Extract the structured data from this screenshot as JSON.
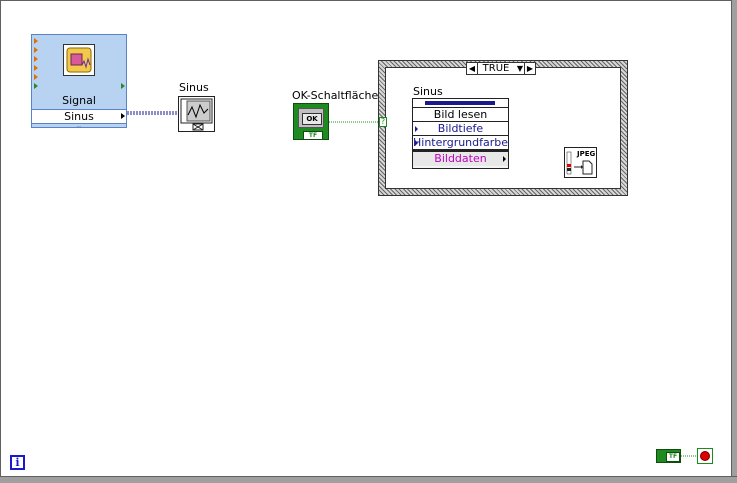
{
  "express_vi": {
    "title": "Signal simulieren",
    "output": "Sinus",
    "expand_glyph": "⌄",
    "icon": "signal-simulation-icon"
  },
  "graph": {
    "label": "Sinus",
    "icon": "waveform-graph-icon"
  },
  "ok_control": {
    "label": "OK-Schaltfläche",
    "button_text": "OK",
    "badge": "TF"
  },
  "case_structure": {
    "selector_value": "TRUE",
    "left_arrow": "◀",
    "right_arrow": "▶",
    "dropdown": "▼",
    "terminal": "?"
  },
  "property_node": {
    "label": "Sinus",
    "rows": [
      "Bild lesen",
      "Bildtiefe",
      "Hintergrundfarbe",
      "Bilddaten"
    ]
  },
  "jpeg_vi": {
    "text": "JPEG",
    "icon": "write-jpeg-file-icon"
  },
  "info_button": {
    "text": "i"
  },
  "stop": {
    "badge": "TF",
    "icon": "stop-icon"
  },
  "colors": {
    "express_bg": "#b7d3f1",
    "boolean_green": "#1f8a1f",
    "refnum_blue": "#1a1a8c",
    "picture_pink": "#c000c0",
    "stop_red": "#e00000"
  }
}
